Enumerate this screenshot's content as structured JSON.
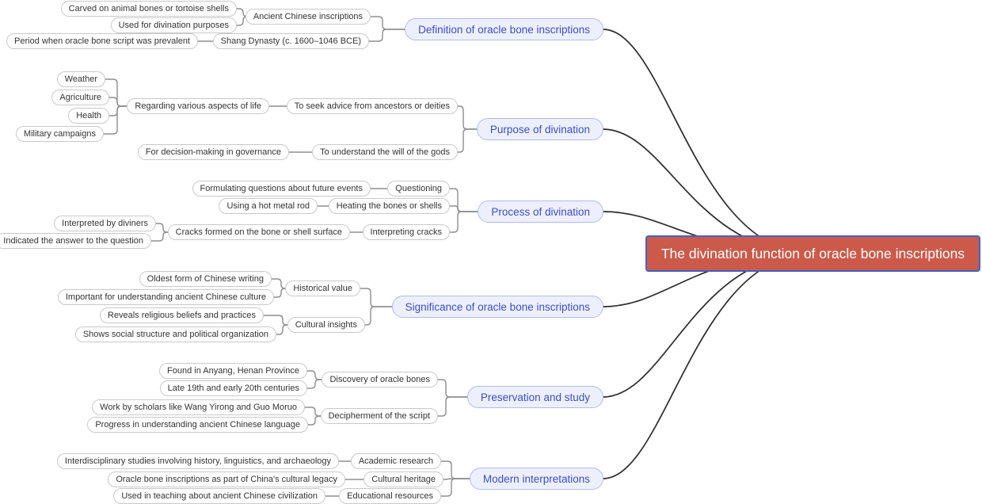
{
  "title": "Oracle bone inscriptions mind map",
  "colors": {
    "root_bg": "#cb5a4a",
    "root_border": "#4064c8",
    "topic_bg": "#edf0fc",
    "topic_border": "#b0bbec",
    "topic_text": "#3b4ec9",
    "sub_border": "#c9c9c9",
    "sub_text": "#333333",
    "branch_link": "#2b2b2b",
    "connector": "#8f8f8f"
  },
  "root": {
    "label": "The divination function of oracle bone inscriptions"
  },
  "branches": [
    {
      "label": "Definition of oracle bone inscriptions",
      "children": [
        {
          "label": "Ancient Chinese inscriptions",
          "children": [
            {
              "label": "Carved on animal bones or tortoise shells"
            },
            {
              "label": "Used for divination purposes"
            }
          ]
        },
        {
          "label": "Shang Dynasty (c. 1600–1046 BCE)",
          "children": [
            {
              "label": "Period when oracle bone script was prevalent"
            }
          ]
        }
      ]
    },
    {
      "label": "Purpose of divination",
      "children": [
        {
          "label": "To seek advice from ancestors or deities",
          "children": [
            {
              "label": "Regarding various aspects of life",
              "children": [
                {
                  "label": "Weather"
                },
                {
                  "label": "Agriculture"
                },
                {
                  "label": "Health"
                },
                {
                  "label": "Military campaigns"
                }
              ]
            }
          ]
        },
        {
          "label": "To understand the will of the gods",
          "children": [
            {
              "label": "For decision-making in governance"
            }
          ]
        }
      ]
    },
    {
      "label": "Process of divination",
      "children": [
        {
          "label": "Questioning",
          "children": [
            {
              "label": "Formulating questions about future events"
            }
          ]
        },
        {
          "label": "Heating the bones or shells",
          "children": [
            {
              "label": "Using a hot metal rod"
            }
          ]
        },
        {
          "label": "Interpreting cracks",
          "children": [
            {
              "label": "Cracks formed on the bone or shell surface",
              "children": [
                {
                  "label": "Interpreted by diviners"
                },
                {
                  "label": "Indicated the answer to the question"
                }
              ]
            }
          ]
        }
      ]
    },
    {
      "label": "Significance of oracle bone inscriptions",
      "children": [
        {
          "label": "Historical value",
          "children": [
            {
              "label": "Oldest form of Chinese writing"
            },
            {
              "label": "Important for understanding ancient Chinese culture"
            }
          ]
        },
        {
          "label": "Cultural insights",
          "children": [
            {
              "label": "Reveals religious beliefs and practices"
            },
            {
              "label": "Shows social structure and political organization"
            }
          ]
        }
      ]
    },
    {
      "label": "Preservation and study",
      "children": [
        {
          "label": "Discovery of oracle bones",
          "children": [
            {
              "label": "Found in Anyang, Henan Province"
            },
            {
              "label": "Late 19th and early 20th centuries"
            }
          ]
        },
        {
          "label": "Decipherment of the script",
          "children": [
            {
              "label": "Work by scholars like Wang Yirong and Guo Moruo"
            },
            {
              "label": "Progress in understanding ancient Chinese language"
            }
          ]
        }
      ]
    },
    {
      "label": "Modern interpretations",
      "children": [
        {
          "label": "Academic research",
          "children": [
            {
              "label": "Interdisciplinary studies involving history, linguistics, and archaeology"
            }
          ]
        },
        {
          "label": "Cultural heritage",
          "children": [
            {
              "label": "Oracle bone inscriptions as part of China's cultural legacy"
            }
          ]
        },
        {
          "label": "Educational resources",
          "children": [
            {
              "label": "Used in teaching about ancient Chinese civilization"
            }
          ]
        }
      ]
    }
  ]
}
